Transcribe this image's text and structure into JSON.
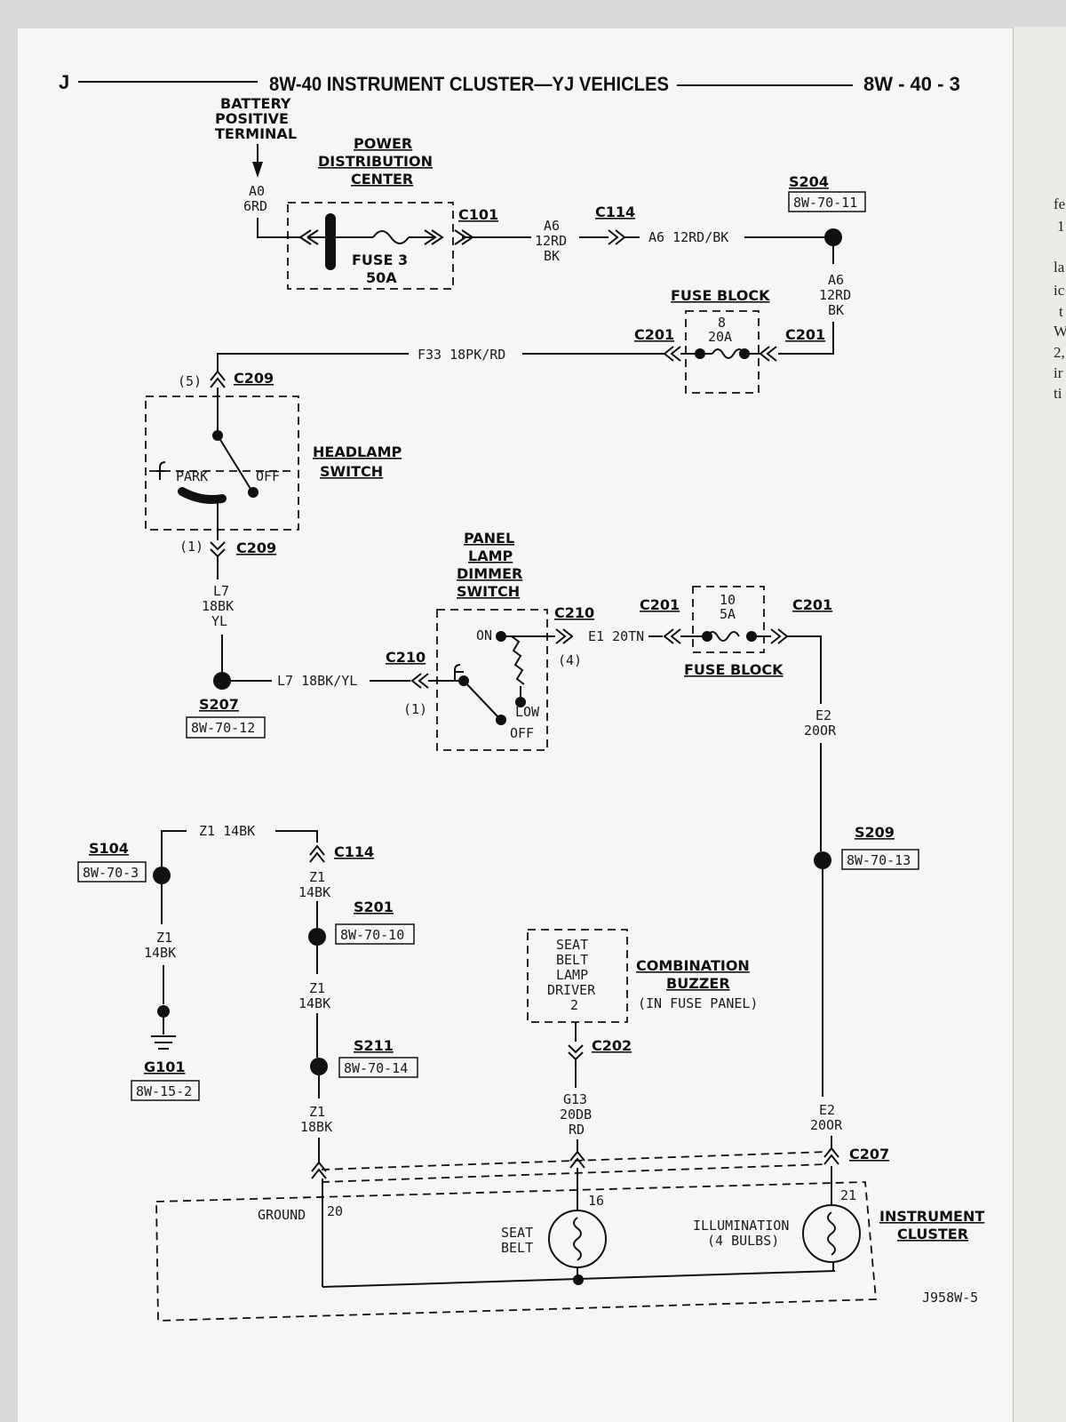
{
  "header": {
    "left": "J",
    "title": "8W-40 INSTRUMENT CLUSTER—YJ VEHICLES",
    "page": "8W - 40 - 3"
  },
  "battery": {
    "l1": "BATTERY",
    "l2": "POSITIVE",
    "l3": "TERMINAL"
  },
  "pdc": {
    "l1": "POWER",
    "l2": "DISTRIBUTION",
    "l3": "CENTER",
    "fuse": "FUSE 3",
    "amps": "50A"
  },
  "wires": {
    "a0": "A0",
    "a0c": "6RD",
    "a6a": "A6",
    "a6b": "12RD",
    "a6c": "BK",
    "a6_mid": "A6  12RD/BK",
    "a6d": "A6",
    "a6e": "12RD",
    "a6f": "BK",
    "f33": "F33  18PK/RD",
    "l7a": "L7",
    "l7b": "18BK",
    "l7c": "YL",
    "l7_h": "L7  18BK/YL",
    "e1": "E1  20TN",
    "e2a": "E2",
    "e2b": "20OR",
    "e2c": "E2",
    "e2d": "20OR",
    "z1_top": "Z1  14BK",
    "z1a": "Z1",
    "z1b": "14BK",
    "z1c": "Z1",
    "z1d": "14BK",
    "z1e": "Z1",
    "z1f": "14BK",
    "z1g": "Z1",
    "z1h": "18BK",
    "g13a": "G13",
    "g13b": "20DB",
    "g13c": "RD"
  },
  "connectors": {
    "c101": "C101",
    "c114a": "C114",
    "c114b": "C114",
    "c201a": "C201",
    "c201b": "C201",
    "c201c": "C201",
    "c201d": "C201",
    "c209a": "C209",
    "c209b": "C209",
    "c210a": "C210",
    "c210b": "C210",
    "c202": "C202",
    "c207": "C207",
    "pin5": "(5)",
    "pin1a": "(1)",
    "pin1b": "(1)",
    "pin4": "(4)"
  },
  "splices": {
    "s204": "S204",
    "s204r": "8W-70-11",
    "s207": "S207",
    "s207r": "8W-70-12",
    "s104": "S104",
    "s104r": "8W-70-3",
    "s201": "S201",
    "s201r": "8W-70-10",
    "s211": "S211",
    "s211r": "8W-70-14",
    "s209": "S209",
    "s209r": "8W-70-13",
    "g101": "G101",
    "g101r": "8W-15-2"
  },
  "fuse_block_1": {
    "label": "FUSE BLOCK",
    "num": "8",
    "amps": "20A"
  },
  "fuse_block_2": {
    "label": "FUSE BLOCK",
    "num": "10",
    "amps": "5A"
  },
  "headlamp": {
    "l1": "HEADLAMP",
    "l2": "SWITCH",
    "park": "PARK",
    "off": "OFF"
  },
  "dimmer": {
    "l1": "PANEL",
    "l2": "LAMP",
    "l3": "DIMMER",
    "l4": "SWITCH",
    "on": "ON",
    "low": "LOW",
    "off": "OFF"
  },
  "buzzer": {
    "l1": "COMBINATION",
    "l2": "BUZZER",
    "l3": "(IN FUSE PANEL)",
    "d1": "SEAT",
    "d2": "BELT",
    "d3": "LAMP",
    "d4": "DRIVER",
    "d5": "2"
  },
  "cluster": {
    "l1": "INSTRUMENT",
    "l2": "CLUSTER",
    "ground": "GROUND",
    "p20": "20",
    "p16": "16",
    "p21": "21",
    "seat1": "SEAT",
    "seat2": "BELT",
    "ill1": "ILLUMINATION",
    "ill2": "(4 BULBS)"
  },
  "figure_id": "J958W-5",
  "side_text": [
    "fe",
    "1",
    "la",
    "ic",
    "t",
    "W",
    "2,",
    "ir",
    "ti"
  ]
}
